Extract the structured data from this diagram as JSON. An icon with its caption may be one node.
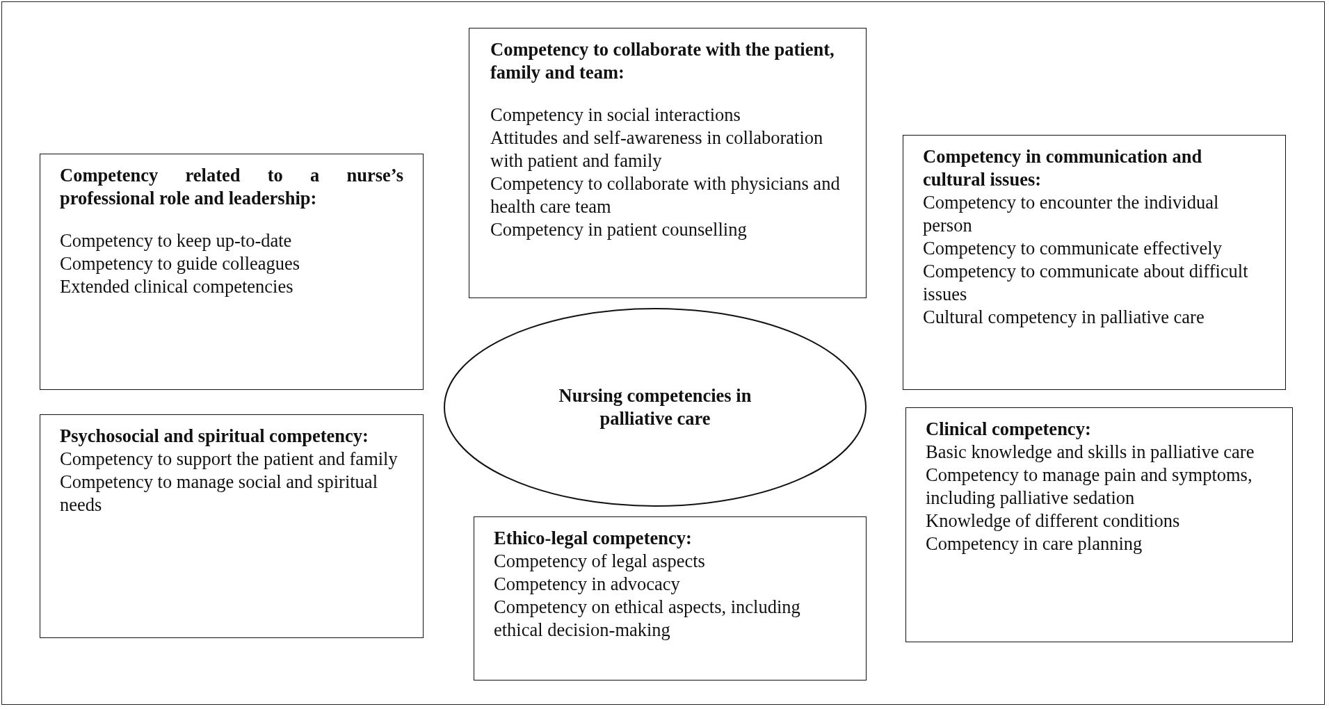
{
  "diagram": {
    "nodes": [
      {
        "text": [
          "Competency to collaborate with the patient, family and team:",
          "Competency in social interactions",
          "Attitudes and self-awareness in collaboration with patient and family",
          "Competency to collaborate with physicians and health care team",
          "Competency in patient counselling"
        ]
      },
      {
        "text": [
          "Competency related to a nurse’s professional role and leadership:",
          "Competency to keep up-to-date",
          "Competency to guide colleagues",
          "Extended clinical competencies"
        ]
      },
      {
        "text": [
          "Competency in communication and cultural issues:",
          "Competency to encounter the individual person",
          "Competency to communicate effectively",
          "Competency to communicate about difficult issues",
          "Cultural competency in palliative care"
        ]
      },
      {
        "text": [
          "Nursing competencies in palliative care"
        ]
      },
      {
        "text": [
          "Psychosocial and spiritual competency:",
          "Competency to support the patient and family",
          "Competency to manage social and spiritual needs"
        ]
      },
      {
        "text": [
          "Clinical competency:",
          "Basic knowledge and skills in palliative care",
          "Competency to manage pain and symptoms, including palliative sedation",
          "Knowledge of different conditions",
          "Competency in care planning"
        ]
      },
      {
        "text": [
          "Ethico-legal competency:",
          "Competency of legal aspects",
          "Competency in advocacy",
          "Competency on ethical aspects, including ethical decision-making"
        ]
      }
    ]
  }
}
